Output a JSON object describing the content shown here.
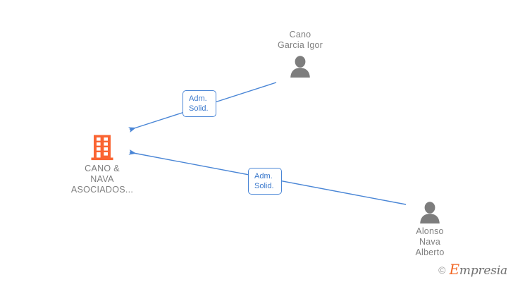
{
  "diagram": {
    "type": "relationship-graph",
    "background_color": "#ffffff",
    "edge_color": "#4a86d6",
    "company_color": "#fa6432",
    "person_color": "#7d7d7d",
    "text_color": "#808080"
  },
  "company": {
    "name": "CANO &\nNAVA\nASOCIADOS...",
    "icon": "building-icon"
  },
  "people": [
    {
      "id": "cano-garcia-igor",
      "name": "Cano\nGarcia Igor",
      "icon": "person-icon",
      "role": "Adm.\nSolid."
    },
    {
      "id": "alonso-nava-alberto",
      "name": "Alonso\nNava\nAlberto",
      "icon": "person-icon",
      "role": "Adm.\nSolid."
    }
  ],
  "edges": [
    {
      "id": "edge-cano",
      "from": "cano-garcia-igor",
      "to": "company",
      "label": "Adm.\nSolid.",
      "direction": "to-company"
    },
    {
      "id": "edge-alonso",
      "from": "alonso-nava-alberto",
      "to": "company",
      "label": "Adm.\nSolid.",
      "direction": "to-company"
    }
  ],
  "watermark": {
    "copyright": "©",
    "brand_initial": "E",
    "brand_rest": "mpresia"
  }
}
